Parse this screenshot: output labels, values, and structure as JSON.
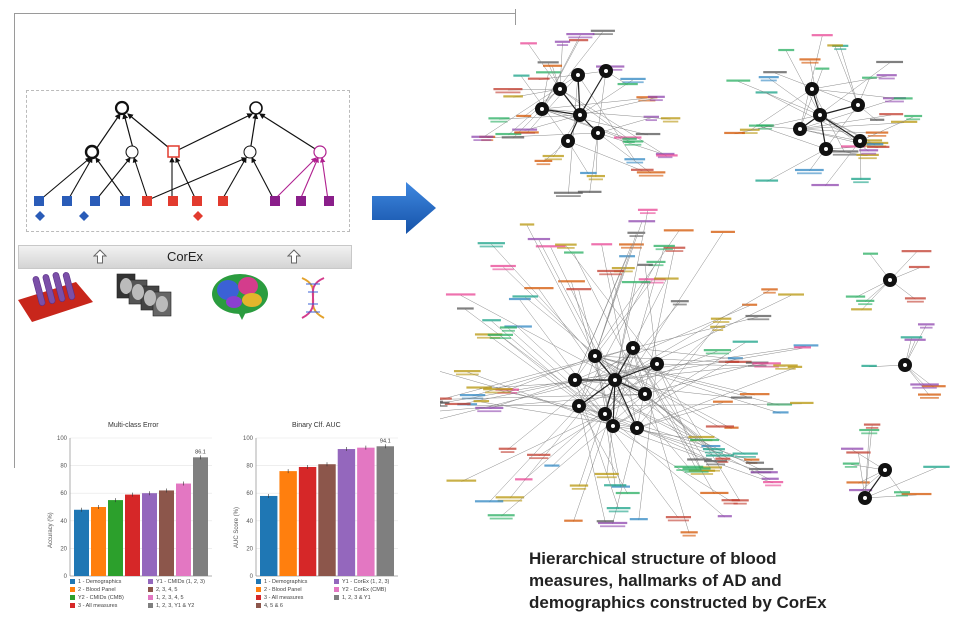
{
  "corex_label": "CorEx",
  "caption": "Hierarchical structure of blood\nmeasures, hallmarks of AD and\ndemographics constructed by CorEx",
  "colors": {
    "blue": "#2a5cb8",
    "red": "#e23b2e",
    "purple": "#8a1e8a",
    "arrow": "#1f64c4",
    "node": "#111111"
  },
  "icons": [
    "blood-tubes-icon",
    "mri-slices-icon",
    "brain-icon",
    "dna-icon"
  ],
  "chart_data": [
    {
      "type": "bar",
      "title": "Multi-class Error",
      "ylim": [
        0,
        100
      ],
      "yticks": [
        0,
        20,
        40,
        60,
        80,
        100
      ],
      "series": [
        {
          "name": "1 - Demographics",
          "color": "#1f77b4",
          "value": 48
        },
        {
          "name": "2 - Blood Panel",
          "color": "#ff7f0e",
          "value": 50
        },
        {
          "name": "Y2 - CMIDs (CMB)",
          "color": "#2ca02c",
          "value": 55
        },
        {
          "name": "3 - All measures",
          "color": "#d62728",
          "value": 59
        },
        {
          "name": "Y1 - CMIDs (1, 2, 3)",
          "color": "#9467bd",
          "value": 60
        },
        {
          "name": "2, 3, 4, 5",
          "color": "#8c564b",
          "value": 62
        },
        {
          "name": "1, 2, 3, 4, 5",
          "color": "#e377c2",
          "value": 67
        },
        {
          "name": "1, 2, 3, Y1 & Y2",
          "color": "#7f7f7f",
          "value": 86
        }
      ],
      "top_label": "86.1"
    },
    {
      "type": "bar",
      "title": "Binary Clf. AUC",
      "ylim": [
        0,
        100
      ],
      "yticks": [
        0,
        20,
        40,
        60,
        80,
        100
      ],
      "series": [
        {
          "name": "1 - Demographics",
          "color": "#1f77b4",
          "value": 58
        },
        {
          "name": "2 - Blood Panel",
          "color": "#ff7f0e",
          "value": 76
        },
        {
          "name": "3 - All measures",
          "color": "#d62728",
          "value": 79
        },
        {
          "name": "4, 5 & 6",
          "color": "#8c564b",
          "value": 81
        },
        {
          "name": "Y1 - CorEx (1, 2, 3)",
          "color": "#9467bd",
          "value": 92
        },
        {
          "name": "Y2 - CorEx (CMB)",
          "color": "#e377c2",
          "value": 93
        },
        {
          "name": "1, 2, 3 & Y1",
          "color": "#7f7f7f",
          "value": 94
        }
      ],
      "top_label": "94.1"
    }
  ]
}
